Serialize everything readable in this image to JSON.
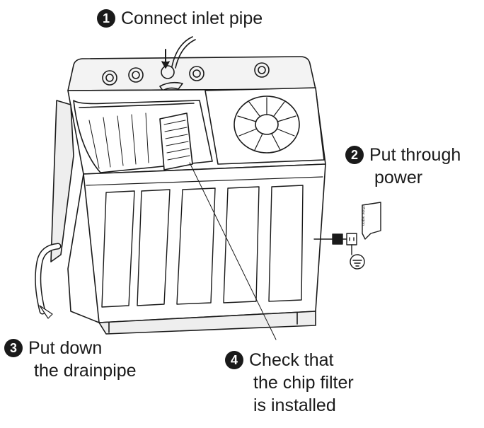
{
  "steps": [
    {
      "number": "1",
      "lines": [
        "Connect inlet pipe"
      ]
    },
    {
      "number": "2",
      "lines": [
        "Put through",
        "power"
      ]
    },
    {
      "number": "3",
      "lines": [
        "Put down",
        "the drainpipe"
      ]
    },
    {
      "number": "4",
      "lines": [
        "Check that",
        "the chip filter",
        "is installed"
      ]
    }
  ],
  "plug_label": "Polar region",
  "colors": {
    "line": "#1a1a1a",
    "fill": "#ffffff",
    "panel": "#f0f0f0"
  }
}
